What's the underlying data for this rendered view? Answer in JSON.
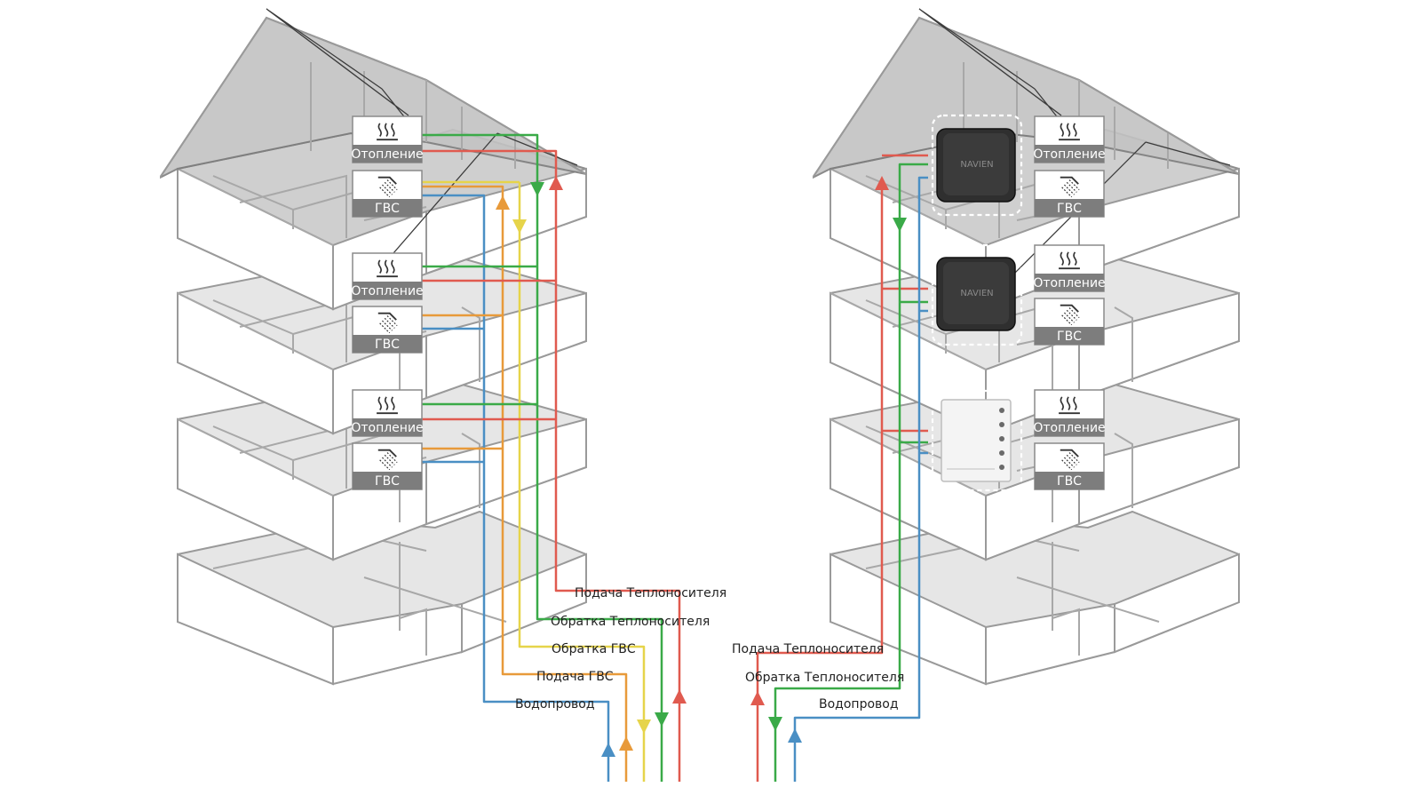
{
  "tiles": {
    "heating": "Отопление",
    "dhw": "ГВС",
    "heating_icon": "radiator-heat-icon",
    "dhw_icon": "shower-icon"
  },
  "left_labels": {
    "heat_supply": "Подача Теплоносителя",
    "heat_return": "Обратка Теплоносителя",
    "dhw_return": "Обратка ГВС",
    "dhw_supply": "Подача ГВС",
    "water": "Водопровод"
  },
  "right_labels": {
    "heat_supply": "Подача Теплоносителя",
    "heat_return": "Обратка Теплоносителя",
    "water": "Водопровод"
  },
  "devices": {
    "boiler_brand": "NAVIEN",
    "unit_icon": "distribution-unit-icon"
  },
  "colors": {
    "heat_supply": "#e05a4f",
    "heat_return": "#3aaa48",
    "dhw_return": "#e6d44a",
    "dhw_supply": "#e89a3a",
    "water": "#4a8fc4"
  }
}
